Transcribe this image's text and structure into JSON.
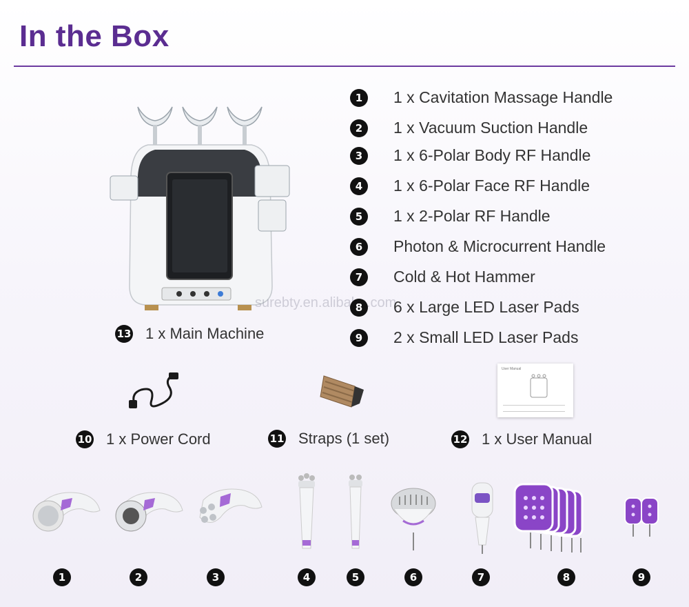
{
  "header": {
    "title": "In the Box"
  },
  "watermark": "surebty.en.alibaba.com",
  "accent_color": "#6c3aa0",
  "items": [
    {
      "num": "1",
      "label": "1 x Cavitation Massage Handle"
    },
    {
      "num": "2",
      "label": "1 x Vacuum Suction Handle"
    },
    {
      "num": "3",
      "label": "1 x 6-Polar Body RF Handle"
    },
    {
      "num": "4",
      "label": "1 x 6-Polar Face RF Handle"
    },
    {
      "num": "5",
      "label": "1 x 2-Polar RF Handle"
    },
    {
      "num": "6",
      "label": "Photon & Microcurrent Handle"
    },
    {
      "num": "7",
      "label": "Cold & Hot Hammer"
    },
    {
      "num": "8",
      "label": "6 x Large LED Laser Pads"
    },
    {
      "num": "9",
      "label": "2 x Small LED Laser Pads"
    }
  ],
  "main_machine": {
    "num": "13",
    "label": "1 x Main Machine"
  },
  "accessories": [
    {
      "num": "10",
      "label": "1 x Power Cord"
    },
    {
      "num": "11",
      "label": "Straps (1 set)"
    },
    {
      "num": "12",
      "label": "1 x User Manual"
    }
  ],
  "manual_title": "User Manual",
  "bottom_numbers": [
    "1",
    "2",
    "3",
    "4",
    "5",
    "6",
    "7",
    "8",
    "9"
  ]
}
